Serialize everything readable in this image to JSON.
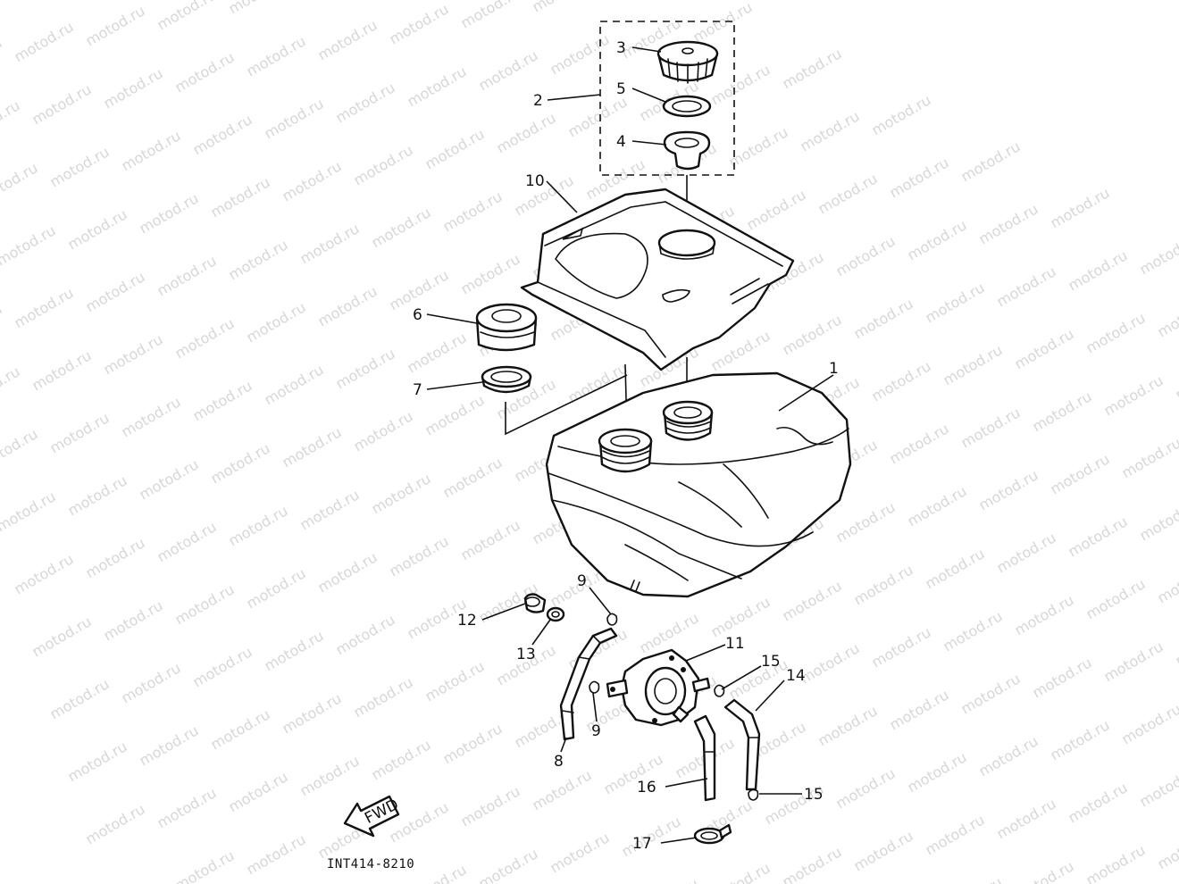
{
  "watermark": {
    "text": "motod.ru"
  },
  "labels": {
    "p1": "1",
    "p2": "2",
    "p3": "3",
    "p4": "4",
    "p5": "5",
    "p6": "6",
    "p7": "7",
    "p8": "8",
    "p9a": "9",
    "p9b": "9",
    "p10": "10",
    "p11": "11",
    "p12": "12",
    "p13": "13",
    "p14": "14",
    "p15a": "15",
    "p15b": "15",
    "p16": "16",
    "p17": "17"
  },
  "fwd_label": "FWD",
  "drawing_code": "INT414-8210"
}
